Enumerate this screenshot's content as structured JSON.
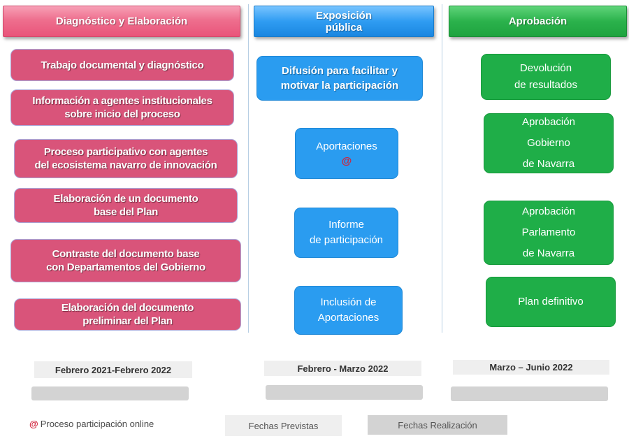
{
  "columns": {
    "diagnostico": {
      "header": "Diagnóstico y Elaboración",
      "steps": [
        "Trabajo documental y diagnóstico",
        "Información a agentes institucionales\nsobre inicio del proceso",
        "Proceso participativo con agentes\ndel ecosistema navarro de innovación",
        "Elaboración de un documento\nbase del Plan",
        "Contraste del documento base\ncon Departamentos del Gobierno",
        "Elaboración del documento\npreliminar del Plan"
      ],
      "dates": "Febrero 2021-Febrero 2022"
    },
    "exposicion": {
      "header": "Exposición\npública",
      "steps": [
        "Difusión para facilitar y\nmotivar la participación",
        "Aportaciones",
        "Informe\nde participación",
        "Inclusión de\nAportaciones"
      ],
      "online_marker": "@",
      "dates": "Febrero - Marzo 2022"
    },
    "aprobacion": {
      "header": "Aprobación",
      "steps": [
        "Devolución\nde resultados",
        "Aprobación\nGobierno\nde Navarra",
        "Aprobación\nParlamento\nde Navarra",
        "Plan definitivo"
      ],
      "dates": "Marzo – Junio 2022"
    }
  },
  "legend": {
    "online_marker": "@",
    "online_label": "Proceso participación online",
    "planned_label": "Fechas Previstas",
    "actual_label": "Fechas Realización"
  },
  "colors": {
    "pink": "#d9547a",
    "blue": "#2a9cf0",
    "green": "#1fae48",
    "marker_red": "#d0213a"
  }
}
